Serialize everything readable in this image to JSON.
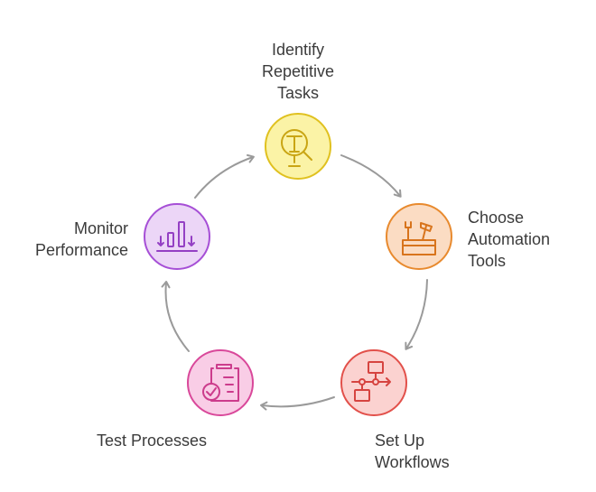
{
  "steps": [
    {
      "id": "identify",
      "label_lines": [
        "Identify",
        "Repetitive",
        "Tasks"
      ],
      "icon": "text-search-icon",
      "fill": "#fbf3a6",
      "stroke": "#e0c11f",
      "icon_color": "#c9a514"
    },
    {
      "id": "choose",
      "label_lines": [
        "Choose",
        "Automation",
        "Tools"
      ],
      "icon": "toolbox-icon",
      "fill": "#fbdcc3",
      "stroke": "#e88a2e",
      "icon_color": "#d8741c"
    },
    {
      "id": "setup",
      "label_lines": [
        "Set Up",
        "Workflows"
      ],
      "icon": "workflow-icon",
      "fill": "#fbd2d0",
      "stroke": "#e2504a",
      "icon_color": "#d64440"
    },
    {
      "id": "test",
      "label_lines": [
        "Test Processes"
      ],
      "icon": "clipboard-check-icon",
      "fill": "#f9cde6",
      "stroke": "#d9489a",
      "icon_color": "#cc3c8c"
    },
    {
      "id": "monitor",
      "label_lines": [
        "Monitor",
        "Performance"
      ],
      "icon": "bar-chart-icon",
      "fill": "#ecd6f7",
      "stroke": "#a64fd6",
      "icon_color": "#9440c4"
    }
  ],
  "arrow_color": "#9a9a9a"
}
